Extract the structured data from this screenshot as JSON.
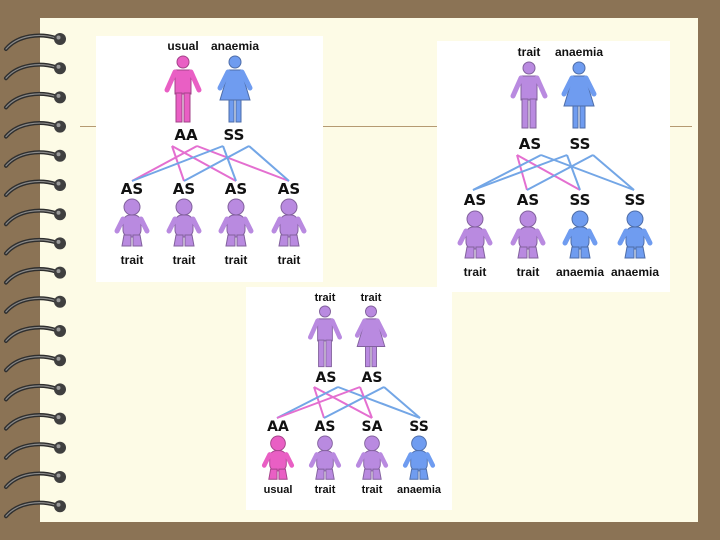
{
  "colors": {
    "usual": "#e95fc4",
    "anaemia": "#6f9cf0",
    "trait": "#b98ae0",
    "line_pink": "#e46fd0",
    "line_blue": "#73a6e6",
    "background": "#8b7355",
    "paper": "#fdfbe6",
    "spiral": "#3f3f3f"
  },
  "icons": [
    "spiral-binding-icon",
    "adult-male-icon",
    "adult-female-icon",
    "child-icon"
  ],
  "panels": [
    {
      "id": "panel-1",
      "parents": [
        {
          "status": "usual",
          "color_key": "usual"
        },
        {
          "status": "anaemia",
          "color_key": "anaemia"
        }
      ],
      "parent_genotypes": [
        "AA",
        "SS"
      ],
      "children": [
        {
          "genotype": "AS",
          "status": "trait",
          "color_key": "trait"
        },
        {
          "genotype": "AS",
          "status": "trait",
          "color_key": "trait"
        },
        {
          "genotype": "AS",
          "status": "trait",
          "color_key": "trait"
        },
        {
          "genotype": "AS",
          "status": "trait",
          "color_key": "trait"
        }
      ]
    },
    {
      "id": "panel-2",
      "parents": [
        {
          "status": "trait",
          "color_key": "trait"
        },
        {
          "status": "anaemia",
          "color_key": "anaemia"
        }
      ],
      "parent_genotypes": [
        "AS",
        "SS"
      ],
      "children": [
        {
          "genotype": "AS",
          "status": "trait",
          "color_key": "trait"
        },
        {
          "genotype": "AS",
          "status": "trait",
          "color_key": "trait"
        },
        {
          "genotype": "SS",
          "status": "anaemia",
          "color_key": "anaemia"
        },
        {
          "genotype": "SS",
          "status": "anaemia",
          "color_key": "anaemia"
        }
      ]
    },
    {
      "id": "panel-3",
      "parents": [
        {
          "status": "trait",
          "color_key": "trait"
        },
        {
          "status": "trait",
          "color_key": "trait"
        }
      ],
      "parent_genotypes": [
        "AS",
        "AS"
      ],
      "children": [
        {
          "genotype": "AA",
          "status": "usual",
          "color_key": "usual"
        },
        {
          "genotype": "AS",
          "status": "trait",
          "color_key": "trait"
        },
        {
          "genotype": "SA",
          "status": "trait",
          "color_key": "trait"
        },
        {
          "genotype": "SS",
          "status": "anaemia",
          "color_key": "anaemia"
        }
      ]
    }
  ]
}
